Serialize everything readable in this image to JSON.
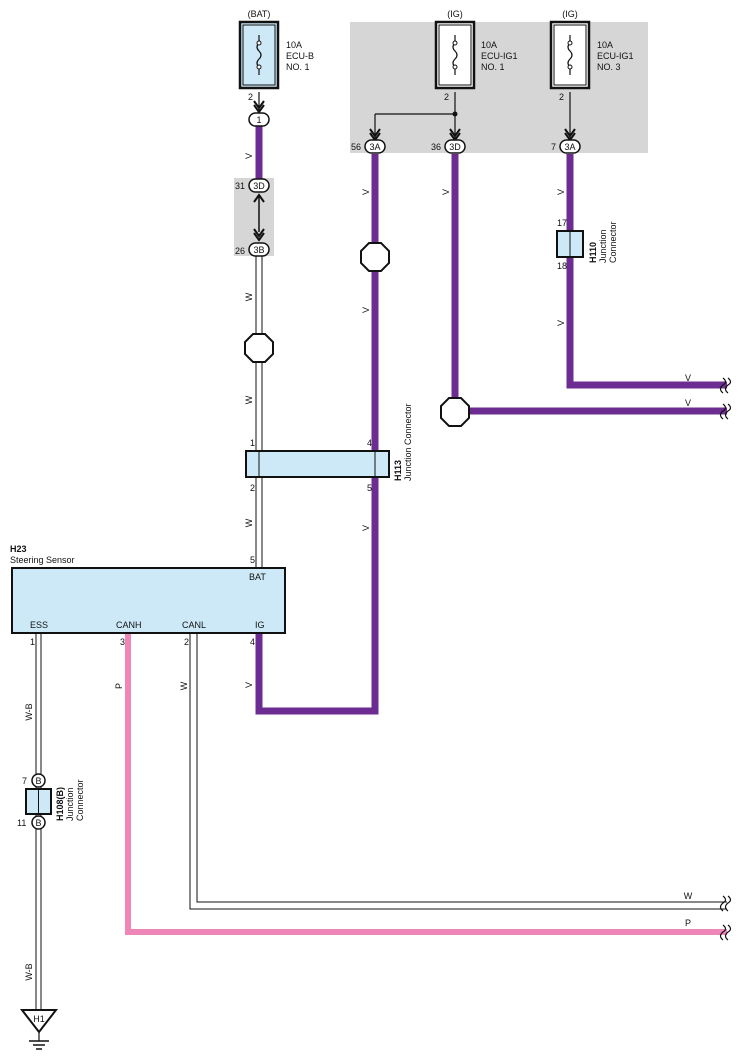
{
  "colors": {
    "violet": "#6c2c91",
    "pink": "#ee87b8",
    "connector_fill": "#cde9f7",
    "relay_block": "#d6d6d6",
    "stroke": "#111111"
  },
  "fuses": {
    "bat": {
      "source": "(BAT)",
      "rating": "10A",
      "name": "ECU-B",
      "number": "NO. 1",
      "pin": "2"
    },
    "ig1": {
      "source": "(IG)",
      "rating": "10A",
      "name": "ECU-IG1",
      "number": "NO. 1",
      "pin": "2"
    },
    "ig3": {
      "source": "(IG)",
      "rating": "10A",
      "name": "ECU-IG1",
      "number": "NO. 3",
      "pin": "2"
    }
  },
  "connectors": {
    "c1": {
      "label": "1"
    },
    "c31": {
      "pin": "31",
      "label": "3D"
    },
    "c26": {
      "pin": "26",
      "label": "3B"
    },
    "c56": {
      "pin": "56",
      "label": "3A"
    },
    "c36": {
      "pin": "36",
      "label": "3D"
    },
    "c7": {
      "pin": "7",
      "label": "3A"
    }
  },
  "wires": {
    "v": "V",
    "w": "W",
    "p": "P",
    "wb": "W-B"
  },
  "h113": {
    "code": "H113",
    "name": "Junction Connector",
    "pins": {
      "p1": "1",
      "p2": "2",
      "p4": "4",
      "p5": "5"
    }
  },
  "h110": {
    "code": "H110",
    "name_line1": "Junction",
    "name_line2": "Connector",
    "pins": {
      "p17": "17",
      "p18": "18"
    }
  },
  "h108": {
    "code": "H108(B)",
    "name_line1": "Junction",
    "name_line2": "Connector",
    "pins": {
      "p7": "7",
      "p11": "11"
    },
    "terminal": "B"
  },
  "sensor": {
    "code": "H23",
    "name": "Steering Sensor",
    "pins": {
      "bat": {
        "label": "BAT",
        "num": "5"
      },
      "ess": {
        "label": "ESS",
        "num": "1"
      },
      "canh": {
        "label": "CANH",
        "num": "3"
      },
      "canl": {
        "label": "CANL",
        "num": "2"
      },
      "ig": {
        "label": "IG",
        "num": "4"
      }
    }
  },
  "ground": {
    "label": "H1"
  }
}
